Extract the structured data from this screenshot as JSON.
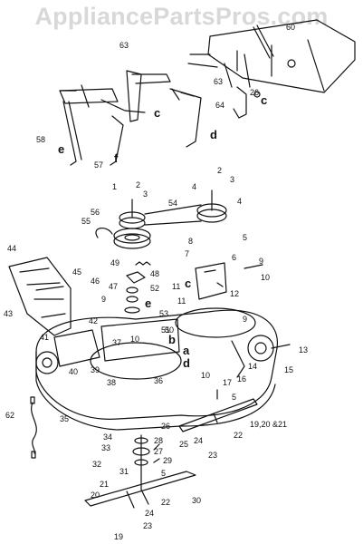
{
  "watermark": "AppliancePartsPros.com",
  "labels": [
    {
      "id": "60",
      "text": "60"
    },
    {
      "id": "63a",
      "text": "63"
    },
    {
      "id": "63b",
      "text": "63"
    },
    {
      "id": "26a",
      "text": "26"
    },
    {
      "id": "c1",
      "text": "c"
    },
    {
      "id": "c2",
      "text": "c"
    },
    {
      "id": "58",
      "text": "58"
    },
    {
      "id": "e1",
      "text": "e"
    },
    {
      "id": "57",
      "text": "57"
    },
    {
      "id": "f",
      "text": "f"
    },
    {
      "id": "64",
      "text": "64"
    },
    {
      "id": "d1",
      "text": "d"
    },
    {
      "id": "1",
      "text": "1"
    },
    {
      "id": "2a",
      "text": "2"
    },
    {
      "id": "3a",
      "text": "3"
    },
    {
      "id": "2b",
      "text": "2"
    },
    {
      "id": "3b",
      "text": "3"
    },
    {
      "id": "4a",
      "text": "4"
    },
    {
      "id": "4b",
      "text": "4"
    },
    {
      "id": "54",
      "text": "54"
    },
    {
      "id": "56",
      "text": "56"
    },
    {
      "id": "55",
      "text": "55"
    },
    {
      "id": "5a",
      "text": "5"
    },
    {
      "id": "8",
      "text": "8"
    },
    {
      "id": "7",
      "text": "7"
    },
    {
      "id": "6",
      "text": "6"
    },
    {
      "id": "9a",
      "text": "9"
    },
    {
      "id": "10a",
      "text": "10"
    },
    {
      "id": "44",
      "text": "44"
    },
    {
      "id": "49",
      "text": "49"
    },
    {
      "id": "48",
      "text": "48"
    },
    {
      "id": "45",
      "text": "45"
    },
    {
      "id": "46",
      "text": "46"
    },
    {
      "id": "47",
      "text": "47"
    },
    {
      "id": "52",
      "text": "52"
    },
    {
      "id": "11a",
      "text": "11"
    },
    {
      "id": "c3",
      "text": "c"
    },
    {
      "id": "11b",
      "text": "11"
    },
    {
      "id": "12",
      "text": "12"
    },
    {
      "id": "43",
      "text": "43"
    },
    {
      "id": "9b",
      "text": "9"
    },
    {
      "id": "42",
      "text": "42"
    },
    {
      "id": "e2",
      "text": "e"
    },
    {
      "id": "53",
      "text": "53"
    },
    {
      "id": "51",
      "text": "51"
    },
    {
      "id": "9c",
      "text": "9"
    },
    {
      "id": "b",
      "text": "b"
    },
    {
      "id": "41",
      "text": "41"
    },
    {
      "id": "37",
      "text": "37"
    },
    {
      "id": "10b",
      "text": "10"
    },
    {
      "id": "50",
      "text": "50"
    },
    {
      "id": "a",
      "text": "a"
    },
    {
      "id": "d2",
      "text": "d"
    },
    {
      "id": "39",
      "text": "39"
    },
    {
      "id": "40",
      "text": "40"
    },
    {
      "id": "38",
      "text": "38"
    },
    {
      "id": "36",
      "text": "36"
    },
    {
      "id": "10c",
      "text": "10"
    },
    {
      "id": "16",
      "text": "16"
    },
    {
      "id": "17",
      "text": "17"
    },
    {
      "id": "14",
      "text": "14"
    },
    {
      "id": "13",
      "text": "13"
    },
    {
      "id": "15",
      "text": "15"
    },
    {
      "id": "5b",
      "text": "5"
    },
    {
      "id": "62",
      "text": "62"
    },
    {
      "id": "35",
      "text": "35"
    },
    {
      "id": "26b",
      "text": "26"
    },
    {
      "id": "1920",
      "text": "19,20 &21"
    },
    {
      "id": "34",
      "text": "34"
    },
    {
      "id": "28",
      "text": "28"
    },
    {
      "id": "27",
      "text": "27"
    },
    {
      "id": "33",
      "text": "33"
    },
    {
      "id": "29",
      "text": "29"
    },
    {
      "id": "25",
      "text": "25"
    },
    {
      "id": "24a",
      "text": "24"
    },
    {
      "id": "22a",
      "text": "22"
    },
    {
      "id": "23a",
      "text": "23"
    },
    {
      "id": "32",
      "text": "32"
    },
    {
      "id": "31",
      "text": "31"
    },
    {
      "id": "5c",
      "text": "5"
    },
    {
      "id": "21",
      "text": "21"
    },
    {
      "id": "20",
      "text": "20"
    },
    {
      "id": "22b",
      "text": "22"
    },
    {
      "id": "30",
      "text": "30"
    },
    {
      "id": "24b",
      "text": "24"
    },
    {
      "id": "23b",
      "text": "23"
    },
    {
      "id": "19",
      "text": "19"
    }
  ]
}
